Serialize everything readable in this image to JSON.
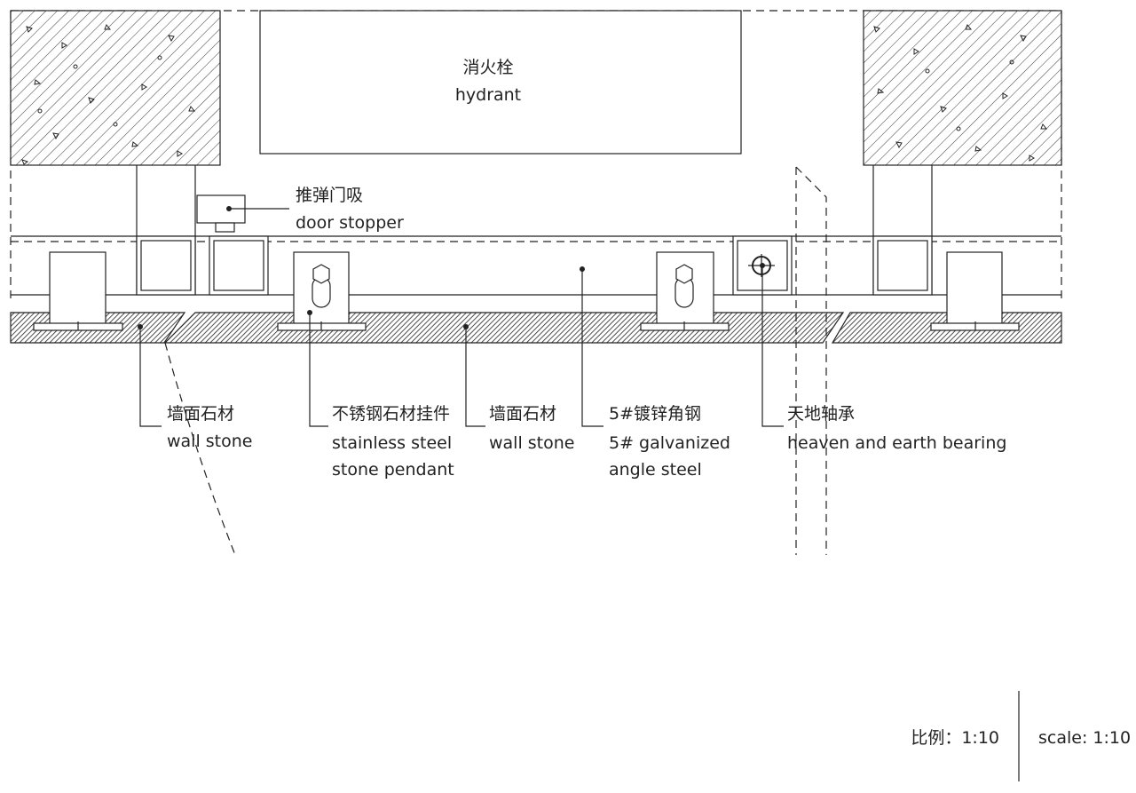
{
  "labels": {
    "hydrant": {
      "zh": "消火栓",
      "en": "hydrant"
    },
    "door_stopper": {
      "zh": "推弹门吸",
      "en": "door stopper"
    },
    "wall_stone_left": {
      "zh": "墙面石材",
      "en": "wall stone"
    },
    "stone_pendant": {
      "zh": "不锈钢石材挂件",
      "en_line1": "stainless steel",
      "en_line2": "stone pendant"
    },
    "wall_stone_mid": {
      "zh": "墙面石材",
      "en": "wall stone"
    },
    "angle_steel": {
      "zh": "5#镀锌角钢",
      "en_line1": "5# galvanized",
      "en_line2": "angle steel"
    },
    "bearing": {
      "zh": "天地轴承",
      "en": "heaven and earth bearing"
    }
  },
  "scale": {
    "zh": "比例：1:10",
    "en": "scale: 1:10"
  },
  "colors": {
    "line": "#222222",
    "background": "#ffffff"
  }
}
